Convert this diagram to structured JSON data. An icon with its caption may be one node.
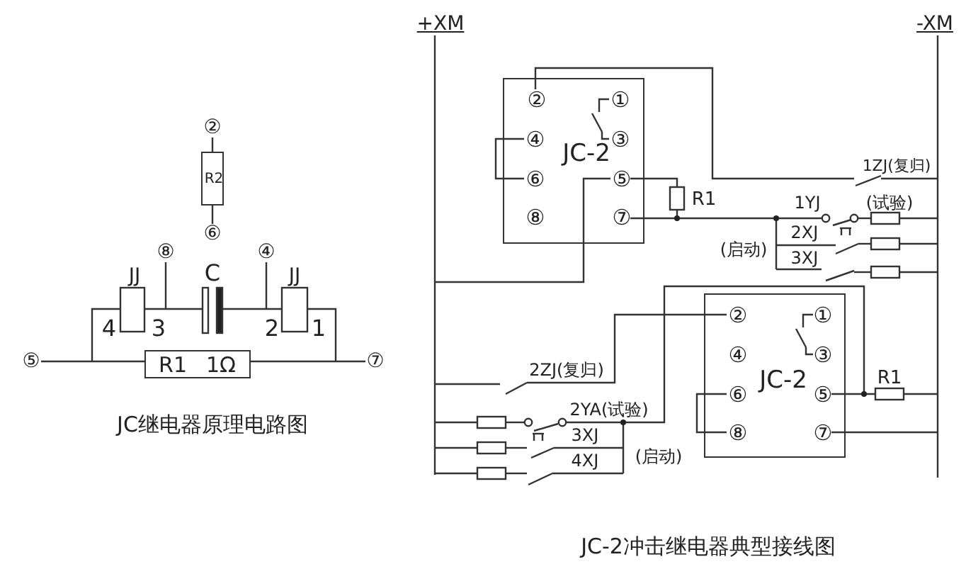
{
  "diagram": {
    "nodes": [
      {
        "text": [
          "R2"
        ]
      },
      {
        "text": [
          "R1",
          "1Ω"
        ]
      },
      {
        "text": [
          "②",
          "①",
          "④",
          "③",
          "JC-2",
          "⑥",
          "⑤",
          "⑧",
          "⑦"
        ]
      },
      {
        "text": [
          "②",
          "①",
          "④",
          "③",
          "JC-2",
          "⑥",
          "⑤",
          "⑧",
          "⑦"
        ]
      }
    ],
    "labels": [
      "②",
      "⑥",
      "⑧",
      "④",
      "JJ",
      "C",
      "JJ",
      "4",
      "3",
      "2",
      "1",
      "⑤",
      "⑦",
      "JC继电器原理电路图",
      "+XM",
      "-XM",
      "R1",
      "1ZJ(复归)",
      "1YJ",
      "(试验)",
      "2XJ",
      "(启动)",
      "3XJ",
      "2ZJ(复归)",
      "R1",
      "2YA(试验)",
      "3XJ",
      "4XJ",
      "(启动)",
      "JC-2冲击继电器典型接线图"
    ]
  }
}
